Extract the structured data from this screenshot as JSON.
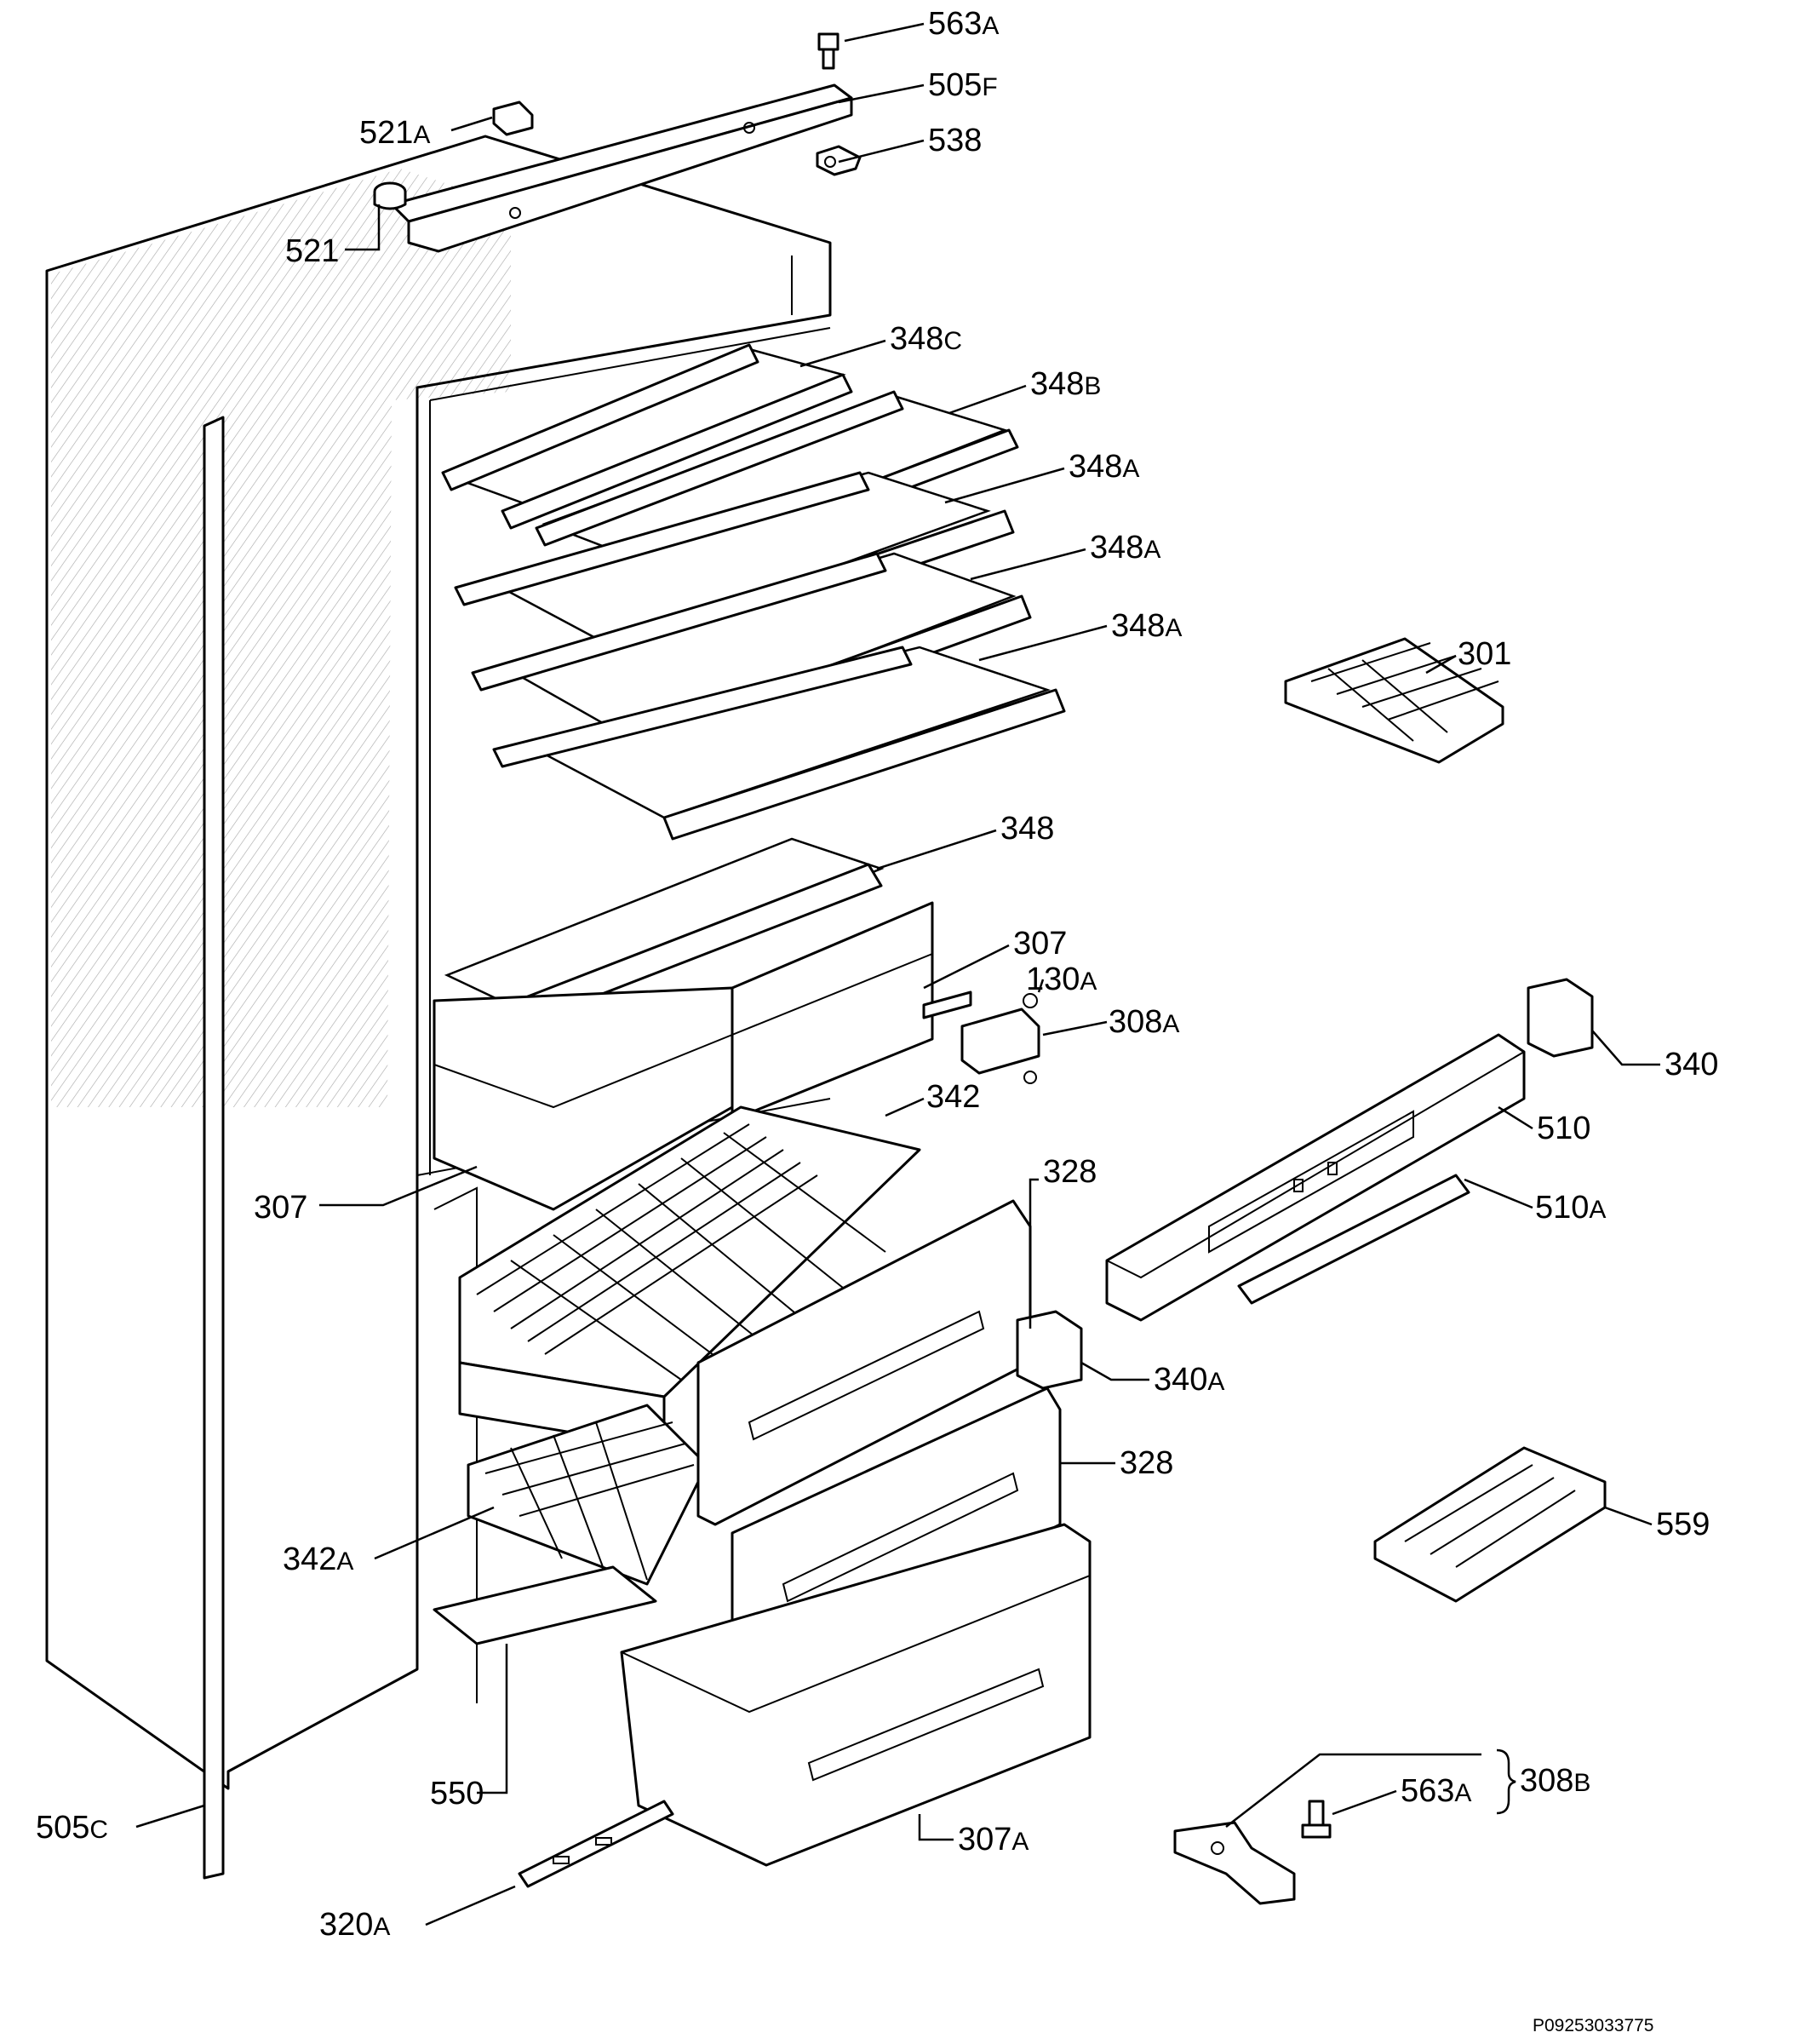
{
  "labels": {
    "l563a_top": {
      "num": "563",
      "suf": "A"
    },
    "l505f": {
      "num": "505",
      "suf": "F"
    },
    "l521a": {
      "num": "521",
      "suf": "A"
    },
    "l538": {
      "num": "538",
      "suf": ""
    },
    "l521": {
      "num": "521",
      "suf": ""
    },
    "l348c": {
      "num": "348",
      "suf": "C"
    },
    "l348b": {
      "num": "348",
      "suf": "B"
    },
    "l348a_1": {
      "num": "348",
      "suf": "A"
    },
    "l348a_2": {
      "num": "348",
      "suf": "A"
    },
    "l348a_3": {
      "num": "348",
      "suf": "A"
    },
    "l301": {
      "num": "301",
      "suf": ""
    },
    "l348": {
      "num": "348",
      "suf": ""
    },
    "l307_right": {
      "num": "307",
      "suf": ""
    },
    "l130a": {
      "num": "130",
      "suf": "A"
    },
    "l308a": {
      "num": "308",
      "suf": "A"
    },
    "l340": {
      "num": "340",
      "suf": ""
    },
    "l342": {
      "num": "342",
      "suf": ""
    },
    "l510": {
      "num": "510",
      "suf": ""
    },
    "l307_left": {
      "num": "307",
      "suf": ""
    },
    "l328_top": {
      "num": "328",
      "suf": ""
    },
    "l510a": {
      "num": "510",
      "suf": "A"
    },
    "l340a": {
      "num": "340",
      "suf": "A"
    },
    "l328_mid": {
      "num": "328",
      "suf": ""
    },
    "l559": {
      "num": "559",
      "suf": ""
    },
    "l342a": {
      "num": "342",
      "suf": "A"
    },
    "l550": {
      "num": "550",
      "suf": ""
    },
    "l563a_bottom": {
      "num": "563",
      "suf": "A"
    },
    "l308b": {
      "num": "308",
      "suf": "B"
    },
    "l505c": {
      "num": "505",
      "suf": "C"
    },
    "l307a": {
      "num": "307",
      "suf": "A"
    },
    "l320a": {
      "num": "320",
      "suf": "A"
    }
  },
  "doc_number": "P09253033775"
}
